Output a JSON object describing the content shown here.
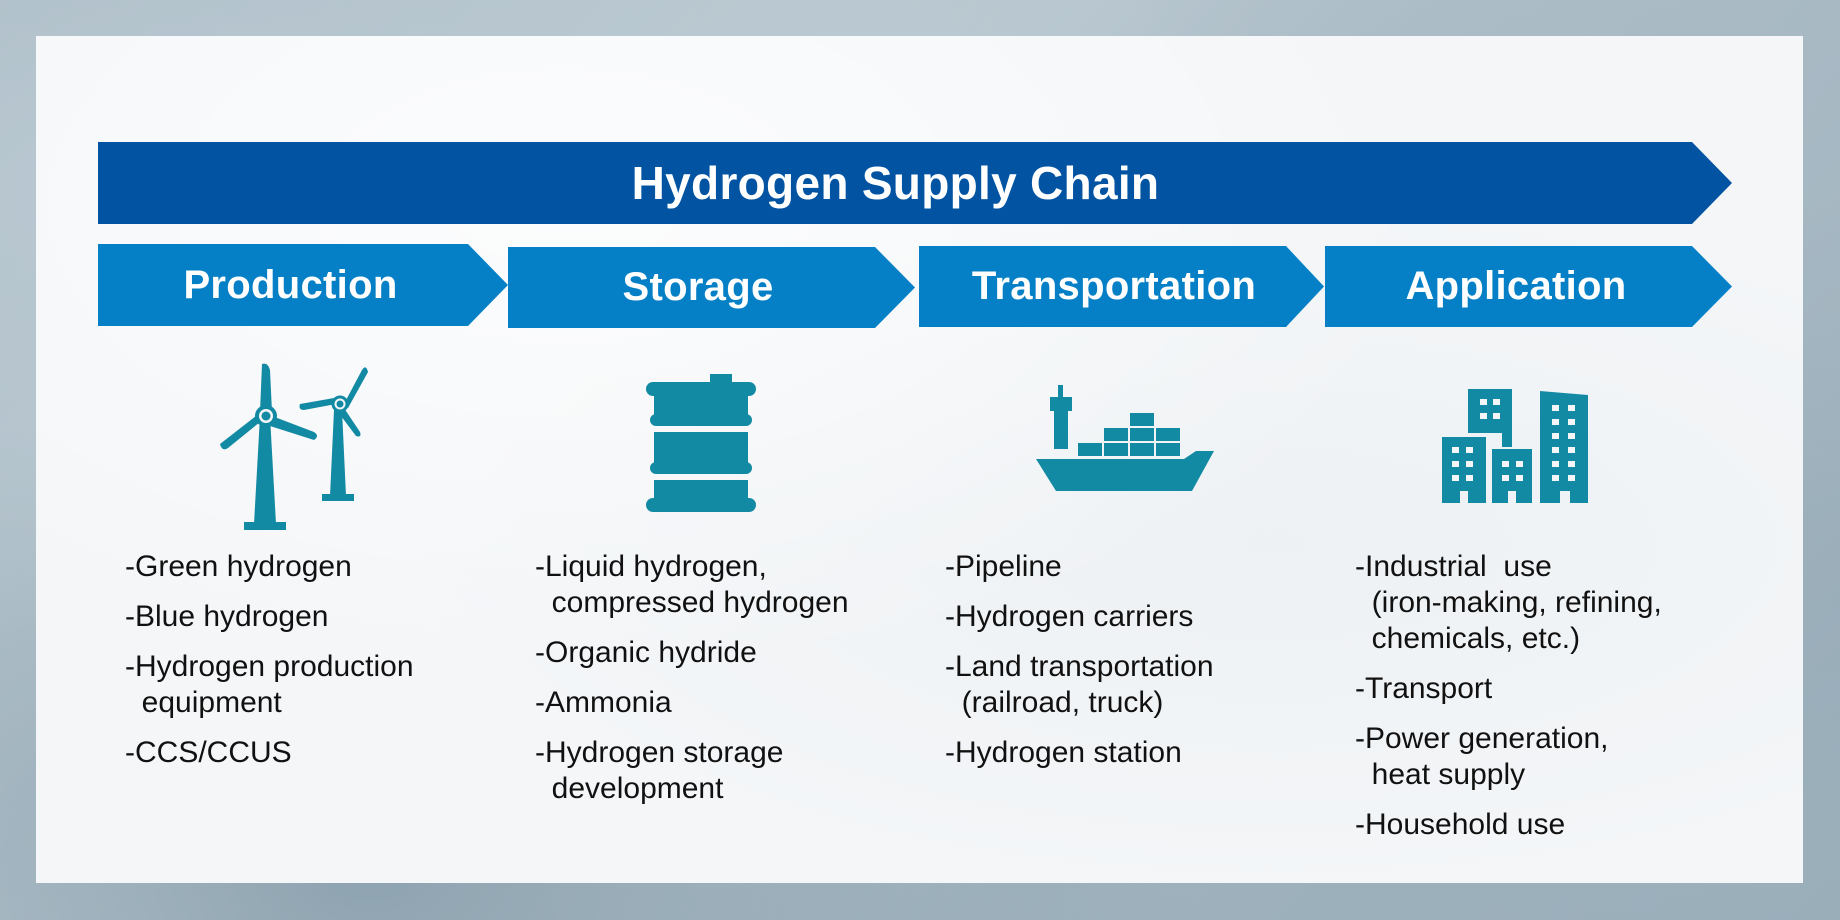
{
  "diagram": {
    "title": "Hydrogen Supply Chain",
    "colors": {
      "banner": "#0254a2",
      "stage": "#0580c6",
      "icon": "#138aa3",
      "text": "#111111",
      "card": "#f4f6f8"
    },
    "stages": [
      {
        "label": "Production",
        "icon": "wind-turbine-icon",
        "items": [
          "-Green hydrogen",
          "-Blue hydrogen",
          "-Hydrogen production\n  equipment",
          "-CCS/CCUS"
        ]
      },
      {
        "label": "Storage",
        "icon": "barrel-icon",
        "items": [
          "-Liquid hydrogen,\n  compressed hydrogen",
          "-Organic hydride",
          "-Ammonia",
          "-Hydrogen storage\n  development"
        ]
      },
      {
        "label": "Transportation",
        "icon": "cargo-ship-icon",
        "items": [
          "-Pipeline",
          "-Hydrogen carriers",
          "-Land transportation\n  (railroad, truck)",
          "-Hydrogen station"
        ]
      },
      {
        "label": "Application",
        "icon": "buildings-icon",
        "items": [
          "-Industrial  use\n  (iron-making, refining,\n  chemicals, etc.)",
          "-Transport",
          "-Power generation,\n  heat supply",
          "-Household use"
        ]
      }
    ]
  }
}
